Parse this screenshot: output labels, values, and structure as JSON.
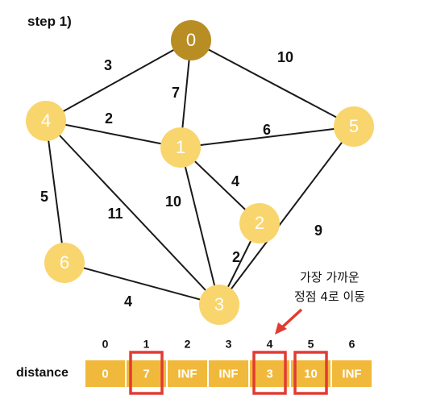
{
  "step_label": "step 1)",
  "colors": {
    "node": "#f9d56e",
    "start_node": "#b88e24",
    "edge": "#1a1a1a",
    "cell": "#f1b93b",
    "cell_border": "#ffffff",
    "highlight": "#e23b32",
    "arrow": "#e23b32"
  },
  "nodes": [
    {
      "id": "0",
      "label": "0",
      "start": true
    },
    {
      "id": "1",
      "label": "1"
    },
    {
      "id": "2",
      "label": "2"
    },
    {
      "id": "3",
      "label": "3"
    },
    {
      "id": "4",
      "label": "4"
    },
    {
      "id": "5",
      "label": "5"
    },
    {
      "id": "6",
      "label": "6"
    }
  ],
  "edges": [
    {
      "from": "0",
      "to": "4",
      "weight": "3"
    },
    {
      "from": "0",
      "to": "1",
      "weight": "7"
    },
    {
      "from": "0",
      "to": "5",
      "weight": "10"
    },
    {
      "from": "4",
      "to": "1",
      "weight": "2"
    },
    {
      "from": "1",
      "to": "5",
      "weight": "6"
    },
    {
      "from": "1",
      "to": "2",
      "weight": "4"
    },
    {
      "from": "1",
      "to": "3",
      "weight": "10"
    },
    {
      "from": "4",
      "to": "3",
      "weight": "11"
    },
    {
      "from": "4",
      "to": "6",
      "weight": "5"
    },
    {
      "from": "2",
      "to": "3",
      "weight": "2"
    },
    {
      "from": "6",
      "to": "3",
      "weight": "4"
    },
    {
      "from": "5",
      "to": "3",
      "weight": "9"
    }
  ],
  "annotation": {
    "line1": "가장 가까운",
    "line2": "정점 4로 이동"
  },
  "distance": {
    "label": "distance",
    "indices": [
      "0",
      "1",
      "2",
      "3",
      "4",
      "5",
      "6"
    ],
    "values": [
      "0",
      "7",
      "INF",
      "INF",
      "3",
      "10",
      "INF"
    ],
    "highlighted": [
      1,
      4,
      5
    ]
  }
}
